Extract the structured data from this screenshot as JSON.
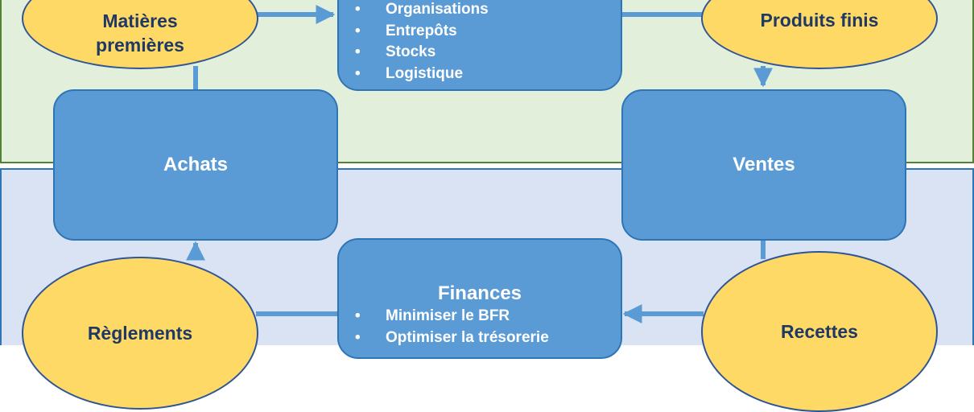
{
  "diagram": {
    "ellipses": {
      "matieres_premieres": "Matières premières",
      "produits_finis": "Produits finis",
      "reglements": "Règlements",
      "recettes": "Recettes"
    },
    "boxes": {
      "achats": "Achats",
      "ventes": "Ventes"
    },
    "logistics": {
      "items": [
        "Organisations",
        "Entrepôts",
        "Stocks",
        "Logistique"
      ]
    },
    "finances": {
      "title": "Finances",
      "items": [
        "Minimiser le BFR",
        "Optimiser la trésorerie"
      ]
    }
  },
  "colors": {
    "box_fill": "#5b9bd5",
    "box_border": "#2e75b6",
    "ellipse_fill": "#ffd966",
    "ellipse_text": "#1f3864",
    "top_band": "#e2efda",
    "bottom_band": "#dae3f3",
    "arrow": "#5b9bd5"
  }
}
